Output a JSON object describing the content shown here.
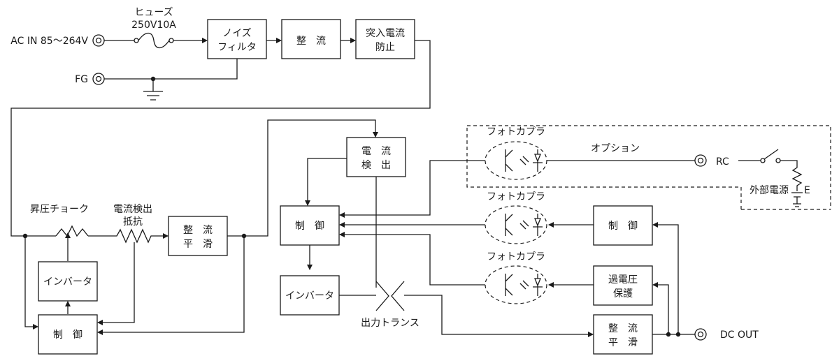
{
  "power_in": {
    "ac_label": "AC IN 85～264V",
    "fg_label": "FG",
    "fuse_label_1": "ヒューズ",
    "fuse_label_2": "250V10A"
  },
  "blocks": {
    "noise_filter": [
      "ノイズ",
      "フィルタ"
    ],
    "rectifier_1": "整　流",
    "inrush": [
      "突入電流",
      "防止"
    ],
    "current_detect": [
      "電　流",
      "検　出"
    ],
    "control_main": "制　御",
    "inverter_main": "インバータ",
    "smoothing_1": [
      "整　流",
      "平　滑"
    ],
    "inverter_boost": "インバータ",
    "control_boost": "制　御",
    "control_out": "制　御",
    "overvoltage": [
      "過電圧",
      "保護"
    ],
    "smoothing_out": [
      "整　流",
      "平　滑"
    ]
  },
  "labels": {
    "boost_choke": "昇圧チョーク",
    "sense_resistor_1": "電流検出",
    "sense_resistor_2": "抵抗",
    "transformer": "出力トランス",
    "photocoupler_1": "フォトカプラ",
    "photocoupler_2": "フォトカプラ",
    "photocoupler_3": "フォトカプラ",
    "option": "オプション",
    "rc": "RC",
    "external_power": "外部電源",
    "e": "E",
    "dc_out": "DC OUT"
  }
}
